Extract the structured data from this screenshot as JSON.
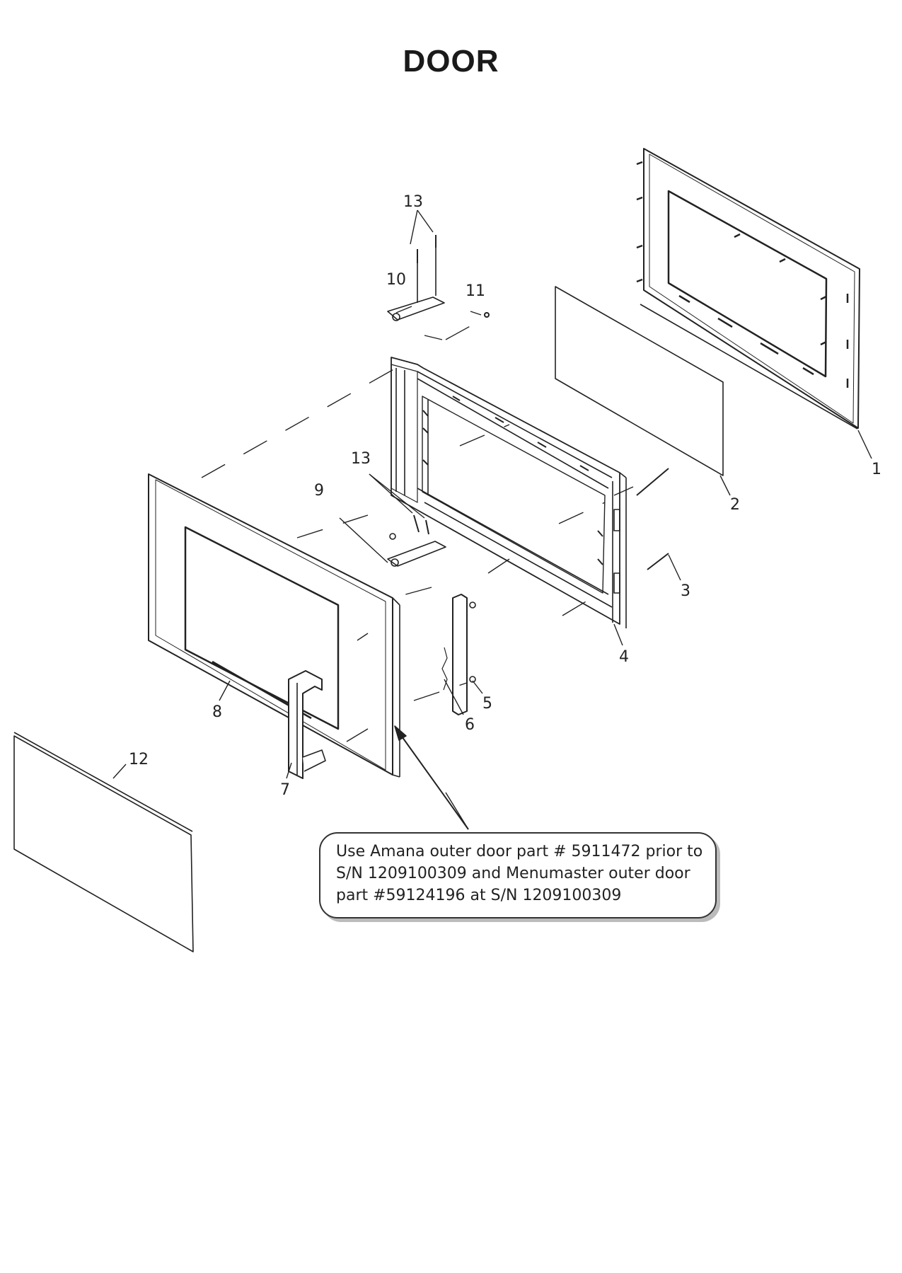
{
  "title": "DOOR",
  "callouts": [
    {
      "id": "1",
      "text": "1"
    },
    {
      "id": "2",
      "text": "2"
    },
    {
      "id": "3",
      "text": "3"
    },
    {
      "id": "4",
      "text": "4"
    },
    {
      "id": "5",
      "text": "5"
    },
    {
      "id": "6",
      "text": "6"
    },
    {
      "id": "7",
      "text": "7"
    },
    {
      "id": "8",
      "text": "8"
    },
    {
      "id": "9",
      "text": "9"
    },
    {
      "id": "10",
      "text": "10"
    },
    {
      "id": "11",
      "text": "11"
    },
    {
      "id": "12",
      "text": "12"
    },
    {
      "id": "13a",
      "text": "13"
    },
    {
      "id": "13b",
      "text": "13"
    }
  ],
  "note": {
    "lines": [
      "Use Amana outer door part # 5911472 prior to",
      "S/N 1209100309 and Menumaster outer  door",
      "part #59124196 at S/N 1209100309"
    ]
  }
}
